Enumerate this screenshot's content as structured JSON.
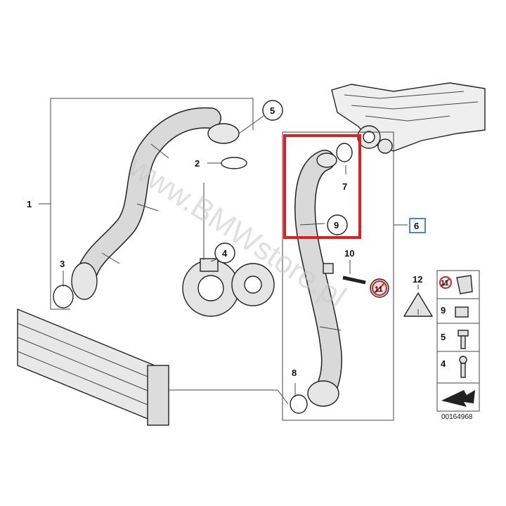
{
  "diagram": {
    "labels": {
      "l1": "1",
      "l2": "2",
      "l3": "3",
      "l4": "4",
      "l5": "5",
      "l6": "6",
      "l7": "7",
      "l8": "8",
      "l9": "9",
      "l10": "10",
      "l11": "11",
      "l12": "12"
    },
    "legend": {
      "items": [
        "11",
        "9",
        "5",
        "4"
      ]
    },
    "catalog_number": "00164968",
    "watermark": "www.BMWstore.pl",
    "colors": {
      "highlight": "#e02020",
      "box6": "#4a8ac8",
      "prohibited": "#e02020",
      "parts": "#d9d9d9"
    }
  }
}
